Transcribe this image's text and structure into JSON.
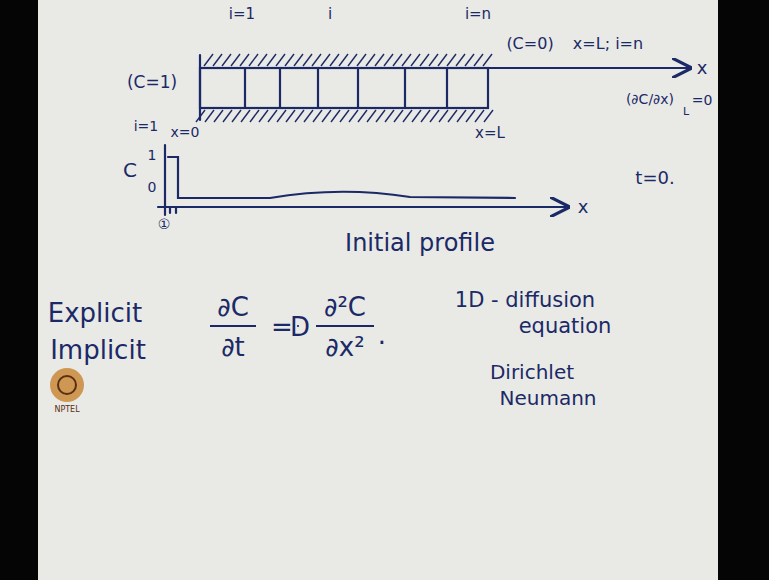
{
  "diagram": {
    "labels": [
      "i=1",
      "i",
      "i=n",
      "(C=1)",
      "(C=0)",
      "x=L; i=n",
      "x",
      "i=1",
      "x=0",
      "x=L",
      "(∂C/∂x)",
      "L",
      "=0",
      "C",
      "1",
      "0",
      "t=0.",
      "x",
      "①",
      "Initial profile",
      "Explicit",
      "Implicit",
      "∂C",
      "∂t",
      "=",
      "D",
      "∂²C",
      "∂x²",
      ".",
      "1D - diffusion",
      "equation",
      "Dirichlet",
      "Neumann",
      "NPTEL"
    ]
  }
}
